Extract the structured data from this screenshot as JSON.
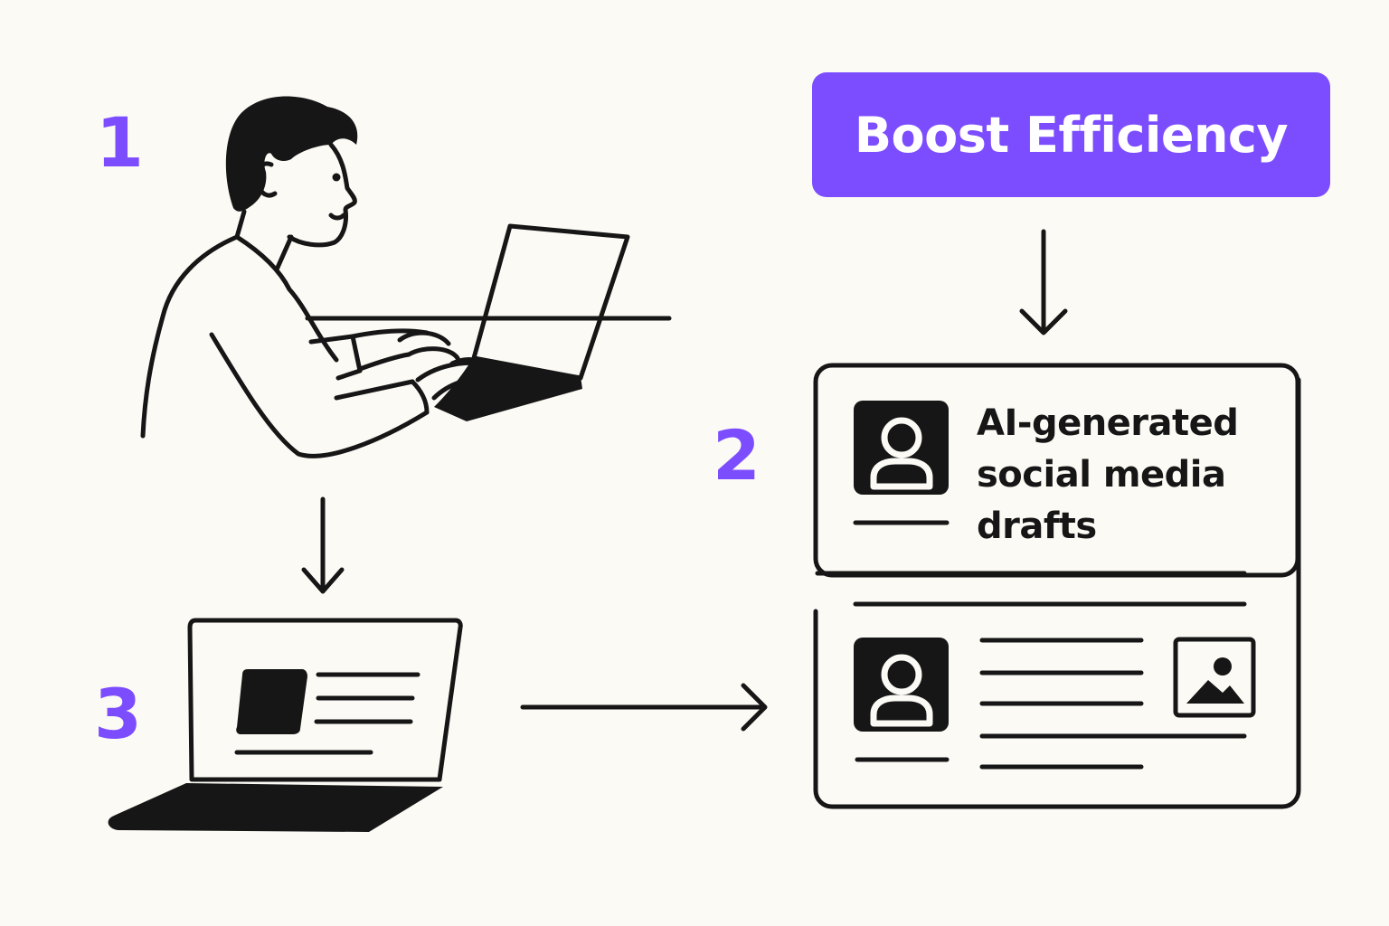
{
  "colors": {
    "background": "#fcfaf5",
    "accent": "#7c4dff",
    "ink": "#161616",
    "accent_text": "#ffffff"
  },
  "steps": [
    {
      "number": "1",
      "icon": "person-at-laptop-icon"
    },
    {
      "number": "2",
      "icon": "social-post-cards-icon"
    },
    {
      "number": "3",
      "icon": "laptop-draft-icon"
    }
  ],
  "cta": {
    "label": "Boost Efficiency"
  },
  "card": {
    "caption_lines": [
      "AI-generated",
      "social media",
      "drafts"
    ]
  },
  "icons": [
    "avatar-icon",
    "image-placeholder-icon",
    "arrow-down-icon",
    "arrow-right-icon"
  ]
}
